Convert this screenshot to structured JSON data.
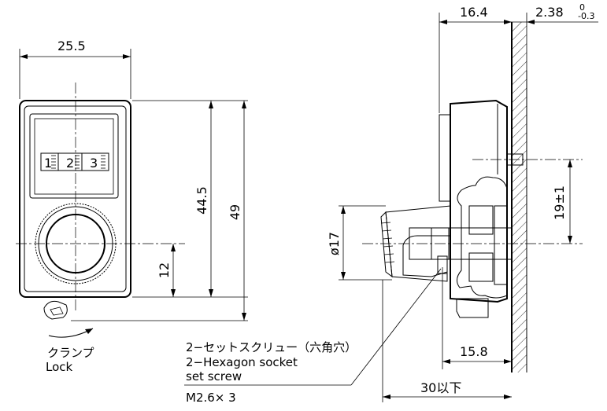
{
  "front_view": {
    "width_dim": "25.5",
    "height_inner_dim": "44.5",
    "height_total_dim": "49",
    "knob_offset_dim": "12",
    "counter_digits": [
      "1",
      "2",
      "3"
    ],
    "clamp_label_jp": "クランプ",
    "clamp_label_en": "Lock"
  },
  "side_view": {
    "depth_dim": "16.4",
    "panel_thickness_dim": "2.38",
    "panel_tolerance_upper": "0",
    "panel_tolerance_lower": "-0.3",
    "offset_dim": "19±1",
    "diameter_dim": "ø17",
    "shaft_dim": "15.8",
    "max_length_dim": "30以下"
  },
  "note": {
    "line1": "2−セットスクリュー（六角穴）",
    "line2": "2−Hexagon socket",
    "line3": "set screw",
    "line4": "M2.6× 3"
  }
}
